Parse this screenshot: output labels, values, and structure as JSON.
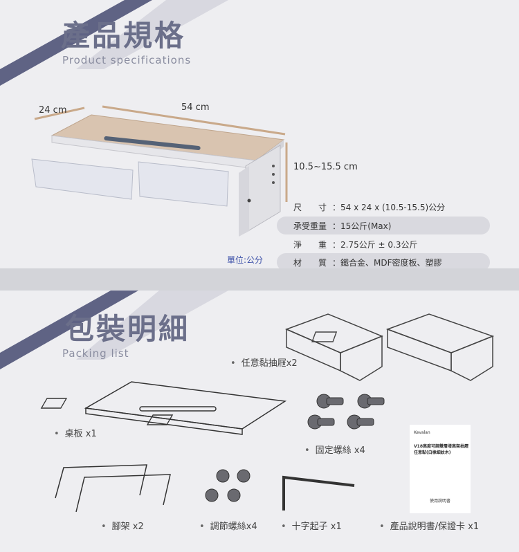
{
  "spec_section": {
    "title": "產品規格",
    "subtitle": "Product specifications",
    "dim_width": "24 cm",
    "dim_length": "54 cm",
    "dim_height": "10.5~15.5 cm",
    "unit": "單位:公分",
    "rows": [
      {
        "key": "尺　　寸",
        "value": "：54 x 24 x (10.5-15.5)公分"
      },
      {
        "key": "承受重量",
        "value": "：15公斤(Max)"
      },
      {
        "key": "淨　　重",
        "value": "：2.75公斤 ± 0.3公斤"
      },
      {
        "key": "材　　質",
        "value": "：鐵合金、MDF密度板、塑膠"
      }
    ]
  },
  "packing_section": {
    "title": "包裝明細",
    "subtitle": "Packing list",
    "items": [
      {
        "label": "任意黏抽屜x2"
      },
      {
        "label": "桌板  x1"
      },
      {
        "label": "固定螺絲 x4"
      },
      {
        "label": "腳架 x2"
      },
      {
        "label": "調節螺絲x4"
      },
      {
        "label": "十字起子 x1"
      },
      {
        "label": "產品說明書/保證卡 x1"
      }
    ],
    "manual": {
      "brand": "Kevalan",
      "title": "V18高度可調雙層增高架抽屜任意黏(白橡細紋木)",
      "footer": "使用說明書"
    }
  },
  "colors": {
    "accent": "#6b6f8a",
    "band": "#d3d4d9",
    "unit_blue": "#3b4fa8",
    "wood": "#d9c4b0"
  }
}
